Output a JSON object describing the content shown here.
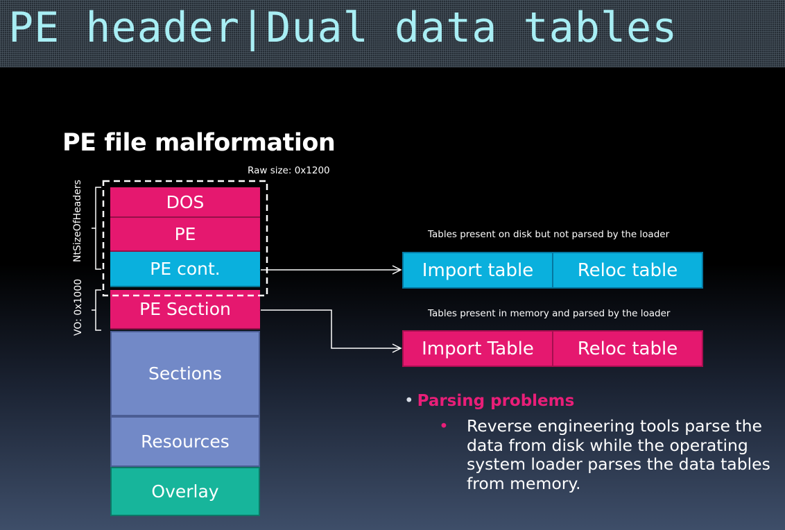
{
  "slide": {
    "title": "PE header|Dual data tables",
    "subtitle": "PE file malformation",
    "raw_size_label": "Raw size: 0x1200"
  },
  "side_labels": {
    "headers": "NtSizeOfHeaders",
    "vo": "VO: 0x1000"
  },
  "blocks": {
    "dos": "DOS",
    "pe": "PE",
    "pe_cont": "PE cont.",
    "pe_section": "PE Section",
    "sections": "Sections",
    "resources": "Resources",
    "overlay": "Overlay"
  },
  "disk_tables": {
    "caption": "Tables present on disk but not parsed by the loader",
    "import": "Import table",
    "reloc": "Reloc table"
  },
  "memory_tables": {
    "caption": "Tables present in memory and parsed by the loader",
    "import": "Import Table",
    "reloc": "Reloc table"
  },
  "bullets": {
    "bullet_char": "•",
    "heading": "Parsing problems",
    "detail": "Reverse engineering tools parse the data from disk while the operating system loader parses the data tables from memory."
  },
  "colors": {
    "pink": "#e5186f",
    "blue": "#0ab0dd",
    "slate": "#7289c7",
    "teal": "#17b59b",
    "title_text": "#a8eef4"
  }
}
